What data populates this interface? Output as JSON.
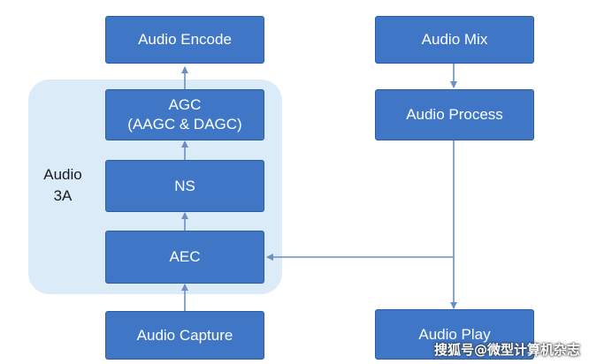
{
  "group": {
    "label": "Audio\n3A"
  },
  "nodes": {
    "audio_encode": "Audio Encode",
    "agc": "AGC\n(AAGC & DAGC)",
    "ns": "NS",
    "aec": "AEC",
    "audio_capture": "Audio Capture",
    "audio_mix": "Audio Mix",
    "audio_process": "Audio Process",
    "audio_play": "Audio Play"
  },
  "edges": [
    {
      "from": "audio_capture",
      "to": "aec"
    },
    {
      "from": "aec",
      "to": "ns"
    },
    {
      "from": "ns",
      "to": "agc"
    },
    {
      "from": "agc",
      "to": "audio_encode"
    },
    {
      "from": "audio_mix",
      "to": "audio_process"
    },
    {
      "from": "audio_process",
      "to": "audio_play"
    },
    {
      "from": "audio_process",
      "to": "aec"
    }
  ],
  "colors": {
    "node": "#3f77c6",
    "group": "#dcebf8",
    "wire": "#6b8fc4"
  },
  "watermark": "搜狐号@微型计算机杂志"
}
